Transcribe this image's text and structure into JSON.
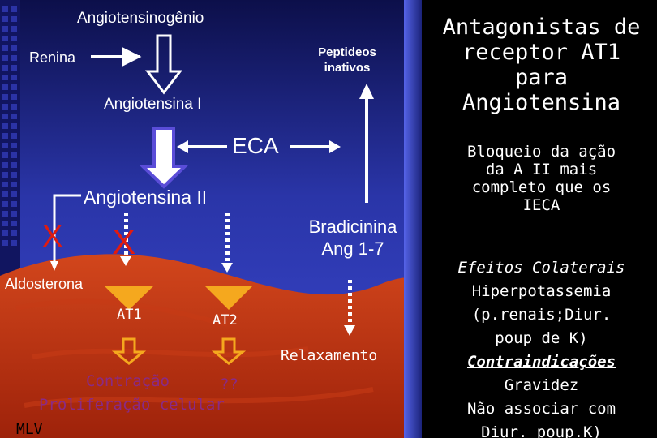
{
  "diagram": {
    "angiotensinogen": "Angiotensinogênio",
    "renin": "Renina",
    "inactive_peptides": [
      "Peptideos",
      "inativos"
    ],
    "angiotensin_i": "Angiotensina I",
    "ace": "ECA",
    "angiotensin_ii": "Angiotensina II",
    "bradykinin": [
      "Bradicinina",
      "Ang 1-7"
    ],
    "aldosterone": "Aldosterona",
    "at1": "AT1",
    "at2": "AT2",
    "relaxation": "Relaxamento",
    "contraction": "Contração",
    "at2_effect": "??",
    "proliferation": "Proliferação celular",
    "mlv": "MLV",
    "block_mark": "X"
  },
  "panel": {
    "title": [
      "Antagonistas de",
      "receptor AT1",
      "para",
      "Angiotensina"
    ],
    "summary": [
      "Bloqueio da ação",
      "da A II mais",
      "completo que os",
      "IECA"
    ],
    "side_effects_heading": "Efeitos Colaterais",
    "side_effects": [
      "Hiperpotassemia",
      "(p.renais;Diur.",
      "poup de K)"
    ],
    "contraindications_heading": "Contraindicações",
    "contraindications": [
      "Gravidez",
      "Não associar com",
      "Diur. poup.K)"
    ]
  },
  "colors": {
    "background": "#1a1f5e",
    "tissue": "#b52c0e",
    "block_mark": "#e01b10",
    "receptor": "#f5a81e",
    "contraction_text": "#8a2a85",
    "arrow_fill": "#ffffff",
    "arrow_outline": "#5a4dd8"
  }
}
